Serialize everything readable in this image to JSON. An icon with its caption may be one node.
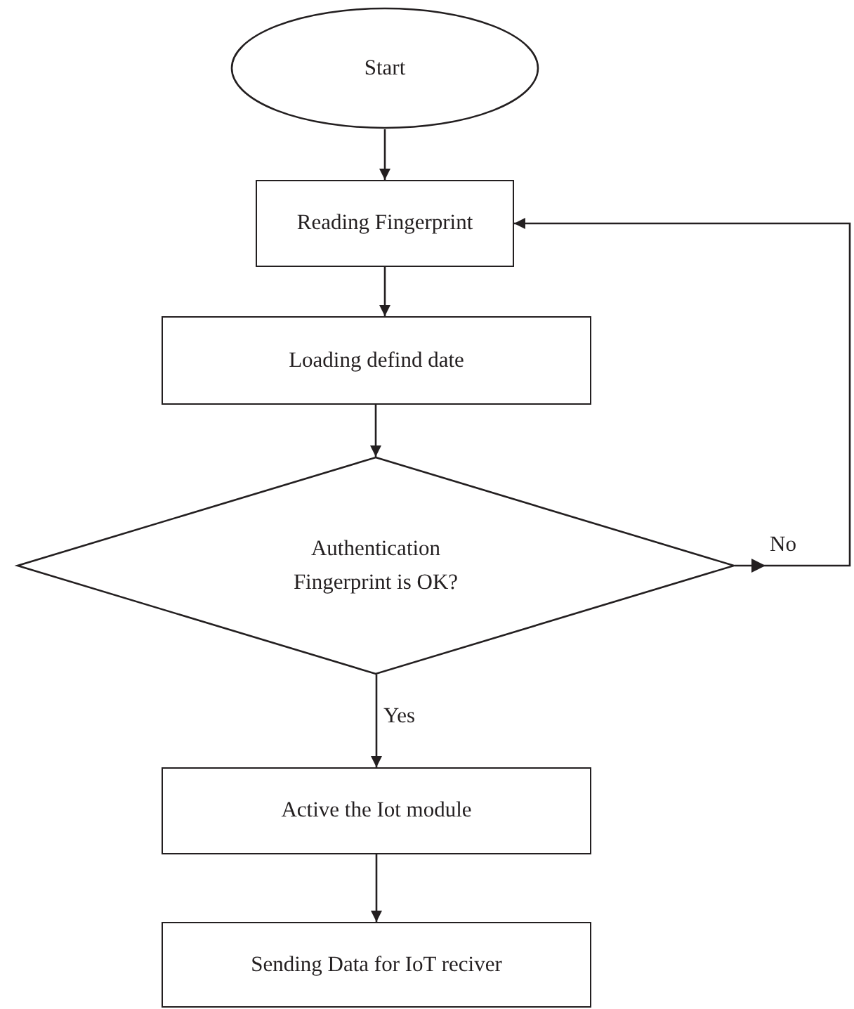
{
  "diagram": {
    "nodes": [
      {
        "text": [
          "Start"
        ]
      },
      {
        "text": [
          "Reading Fingerprint"
        ]
      },
      {
        "text": [
          "Loading defind date"
        ]
      },
      {
        "text": [
          "Authentication Fingerprint is OK?"
        ]
      },
      {
        "text": [
          "Active the Iot module"
        ]
      },
      {
        "text": [
          "Sending Data for IoT reciver"
        ]
      }
    ],
    "edges": [
      {
        "from": 0,
        "to": 1,
        "arrow": "to"
      },
      {
        "from": 1,
        "to": 2,
        "arrow": "to"
      },
      {
        "from": 2,
        "to": 3,
        "arrow": "to"
      },
      {
        "from": 3,
        "to": 1,
        "arrow": "to",
        "label": "No"
      },
      {
        "from": 3,
        "to": 4,
        "arrow": "to",
        "label": "Yes"
      },
      {
        "from": 4,
        "to": 5,
        "arrow": "to"
      }
    ]
  }
}
